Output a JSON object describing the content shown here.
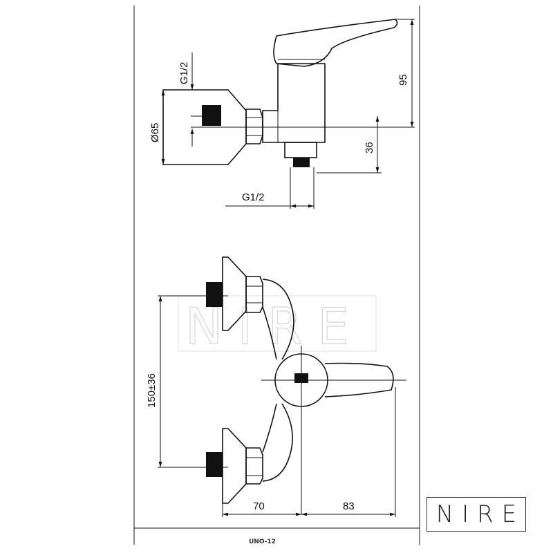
{
  "brand": {
    "logo_text": "NIRE",
    "watermark": "NIRE"
  },
  "model_code": "UNO-12",
  "views": {
    "side": {
      "dim_thread_top": "G1/2",
      "dim_diameter": "Ø65",
      "dim_height": "95",
      "dim_spout": "36",
      "dim_thread_bottom": "G1/2"
    },
    "front": {
      "dim_center_spacing": "150±36",
      "dim_left": "70",
      "dim_right": "83"
    }
  }
}
